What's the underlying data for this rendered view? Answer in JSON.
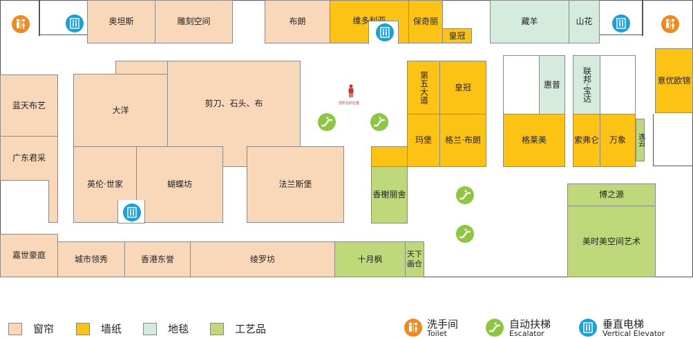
{
  "shops": {
    "aotansi": {
      "name": "奥坦斯",
      "category": "curtain"
    },
    "diaoke": {
      "name": "雕刻空间",
      "category": "curtain"
    },
    "bulang": {
      "name": "布朗",
      "category": "curtain"
    },
    "weiduoliya": {
      "name": "维多利亚",
      "category": "wallpaper"
    },
    "baoqili": {
      "name": "保奇丽",
      "category": "wallpaper"
    },
    "huangguan_top": {
      "name": "皇冠",
      "category": "wallpaper"
    },
    "cangyang": {
      "name": "藏羊",
      "category": "carpet"
    },
    "shanhua": {
      "name": "山花",
      "category": "carpet"
    },
    "yiyouou": {
      "name": "意优欧锦",
      "category": "wallpaper"
    },
    "lantian": {
      "name": "蓝天布艺",
      "category": "curtain"
    },
    "dayang": {
      "name": "大洋",
      "category": "curtain"
    },
    "jiandao": {
      "name": "剪刀、石头、布",
      "category": "curtain"
    },
    "diwu": {
      "name": "第五大道",
      "category": "wallpaper"
    },
    "huangguan_mid": {
      "name": "皇冠",
      "category": "wallpaper"
    },
    "huipu": {
      "name": "惠普",
      "category": "carpet"
    },
    "lianbang": {
      "name": "联邦·宝达",
      "category": "carpet"
    },
    "guangdong": {
      "name": "广东君采",
      "category": "curtain"
    },
    "yinglun": {
      "name": "英伦·世家",
      "category": "curtain"
    },
    "hudie": {
      "name": "蝴蝶坊",
      "category": "curtain"
    },
    "falansi": {
      "name": "法兰斯堡",
      "category": "curtain"
    },
    "mabao": {
      "name": "玛堡",
      "category": "wallpaper"
    },
    "gelan": {
      "name": "格兰·布朗",
      "category": "wallpaper"
    },
    "gelaimei": {
      "name": "格莱美",
      "category": "wallpaper"
    },
    "suofulun": {
      "name": "索弗仑",
      "category": "wallpaper"
    },
    "wanxiang": {
      "name": "万象",
      "category": "wallpaper"
    },
    "yiyun": {
      "name": "逸云",
      "category": "craft"
    },
    "xiangxie": {
      "name": "香榭丽舍",
      "category": "craft"
    },
    "bozhiyuan": {
      "name": "博之源",
      "category": "craft"
    },
    "meishimei": {
      "name": "美时美空间艺术",
      "category": "craft"
    },
    "jiashi": {
      "name": "嘉世豪庭",
      "category": "curtain"
    },
    "chengshi": {
      "name": "城市领秀",
      "category": "curtain"
    },
    "xianggang": {
      "name": "香港东誉",
      "category": "curtain"
    },
    "lingluo": {
      "name": "绫罗坊",
      "category": "curtain"
    },
    "shiyuefeng": {
      "name": "十月枫",
      "category": "craft"
    },
    "tianxia": {
      "name": "天下画仓",
      "category": "craft"
    }
  },
  "you_are_here": "您所在的位置",
  "legend": {
    "curtain": {
      "label": "窗帘",
      "color": "#f8d8b9"
    },
    "wallpaper": {
      "label": "墙纸",
      "color": "#fcc314"
    },
    "carpet": {
      "label": "地毯",
      "color": "#d5ebdd"
    },
    "craft": {
      "label": "工艺品",
      "color": "#bfd97a"
    }
  },
  "facilities": {
    "toilet": {
      "label_cn": "洗手间",
      "label_en": "Toilet",
      "color": "#f08a1e",
      "icon": "toilet-icon"
    },
    "escalator": {
      "label_cn": "自动扶梯",
      "label_en": "Escalator",
      "color": "#8dc63f",
      "icon": "escalator-icon"
    },
    "elevator": {
      "label_cn": "垂直电梯",
      "label_en": "Vertical Elevator",
      "color": "#1aa0db",
      "icon": "elevator-icon"
    }
  }
}
